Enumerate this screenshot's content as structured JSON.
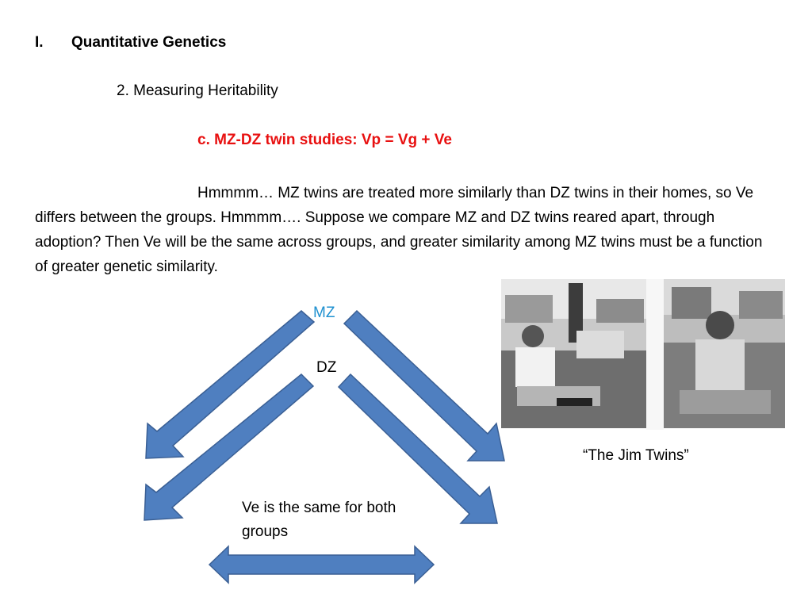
{
  "slide": {
    "heading_num": "I.",
    "heading": "Quantitative Genetics",
    "subheading": "2. Measuring Heritability",
    "subsubheading": "c. MZ-DZ twin studies:   Vp = Vg + Ve",
    "paragraph": "Hmmmm… MZ twins are treated more similarly than DZ twins in their homes, so Ve differs between the groups.  Hmmmm…. Suppose we compare MZ and DZ twins reared apart, through adoption?  Then Ve will be the same across groups, and greater similarity among MZ twins must be a function of greater genetic similarity.",
    "mz_label": "MZ",
    "dz_label": "DZ",
    "photo_caption": "“The Jim Twins”",
    "ve_note": "Ve is the same for both groups"
  },
  "colors": {
    "arrow_fill": "#4f7fc0",
    "arrow_stroke": "#3a5f94",
    "accent_red": "#e81010",
    "mz_blue": "#1e90d0"
  }
}
